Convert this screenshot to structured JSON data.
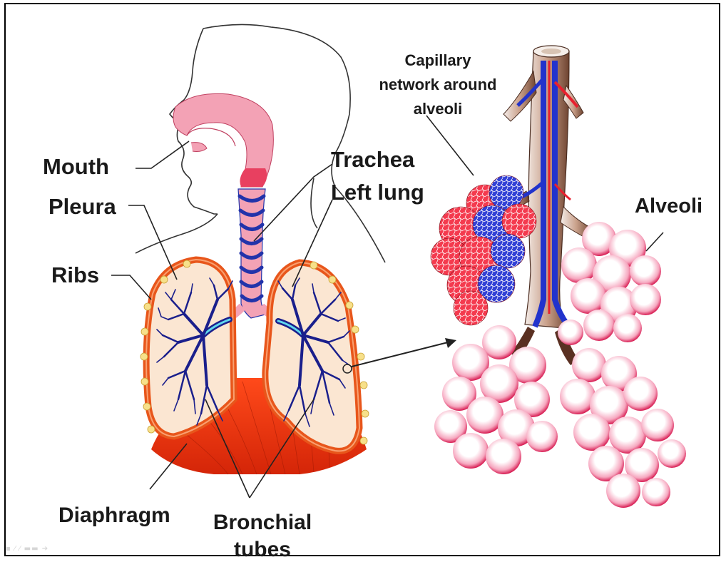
{
  "labels": {
    "mouth": "Mouth",
    "pleura": "Pleura",
    "ribs": "Ribs",
    "trachea": "Trachea",
    "left_lung": "Left lung",
    "diaphragm": "Diaphragm",
    "bronchial_line1": "Bronchial",
    "bronchial_line2": "tubes",
    "capillary_line1": "Capillary",
    "capillary_line2": "network around",
    "capillary_line3": "alveoli",
    "alveoli": "Alveoli"
  },
  "colors": {
    "lung_outline": "#e8561b",
    "lung_fill": "#fbe6d2",
    "diaphragm": "#e8300f",
    "airway_pink": "#f3a2b5",
    "bronchi": "#1a1f8c",
    "bronchi_highlight": "#5fd8ee",
    "alveolus": "#f06c93",
    "capillary_red": "#e8202f",
    "capillary_blue": "#2233cc",
    "vessel_brown": "#9c6b4a"
  }
}
